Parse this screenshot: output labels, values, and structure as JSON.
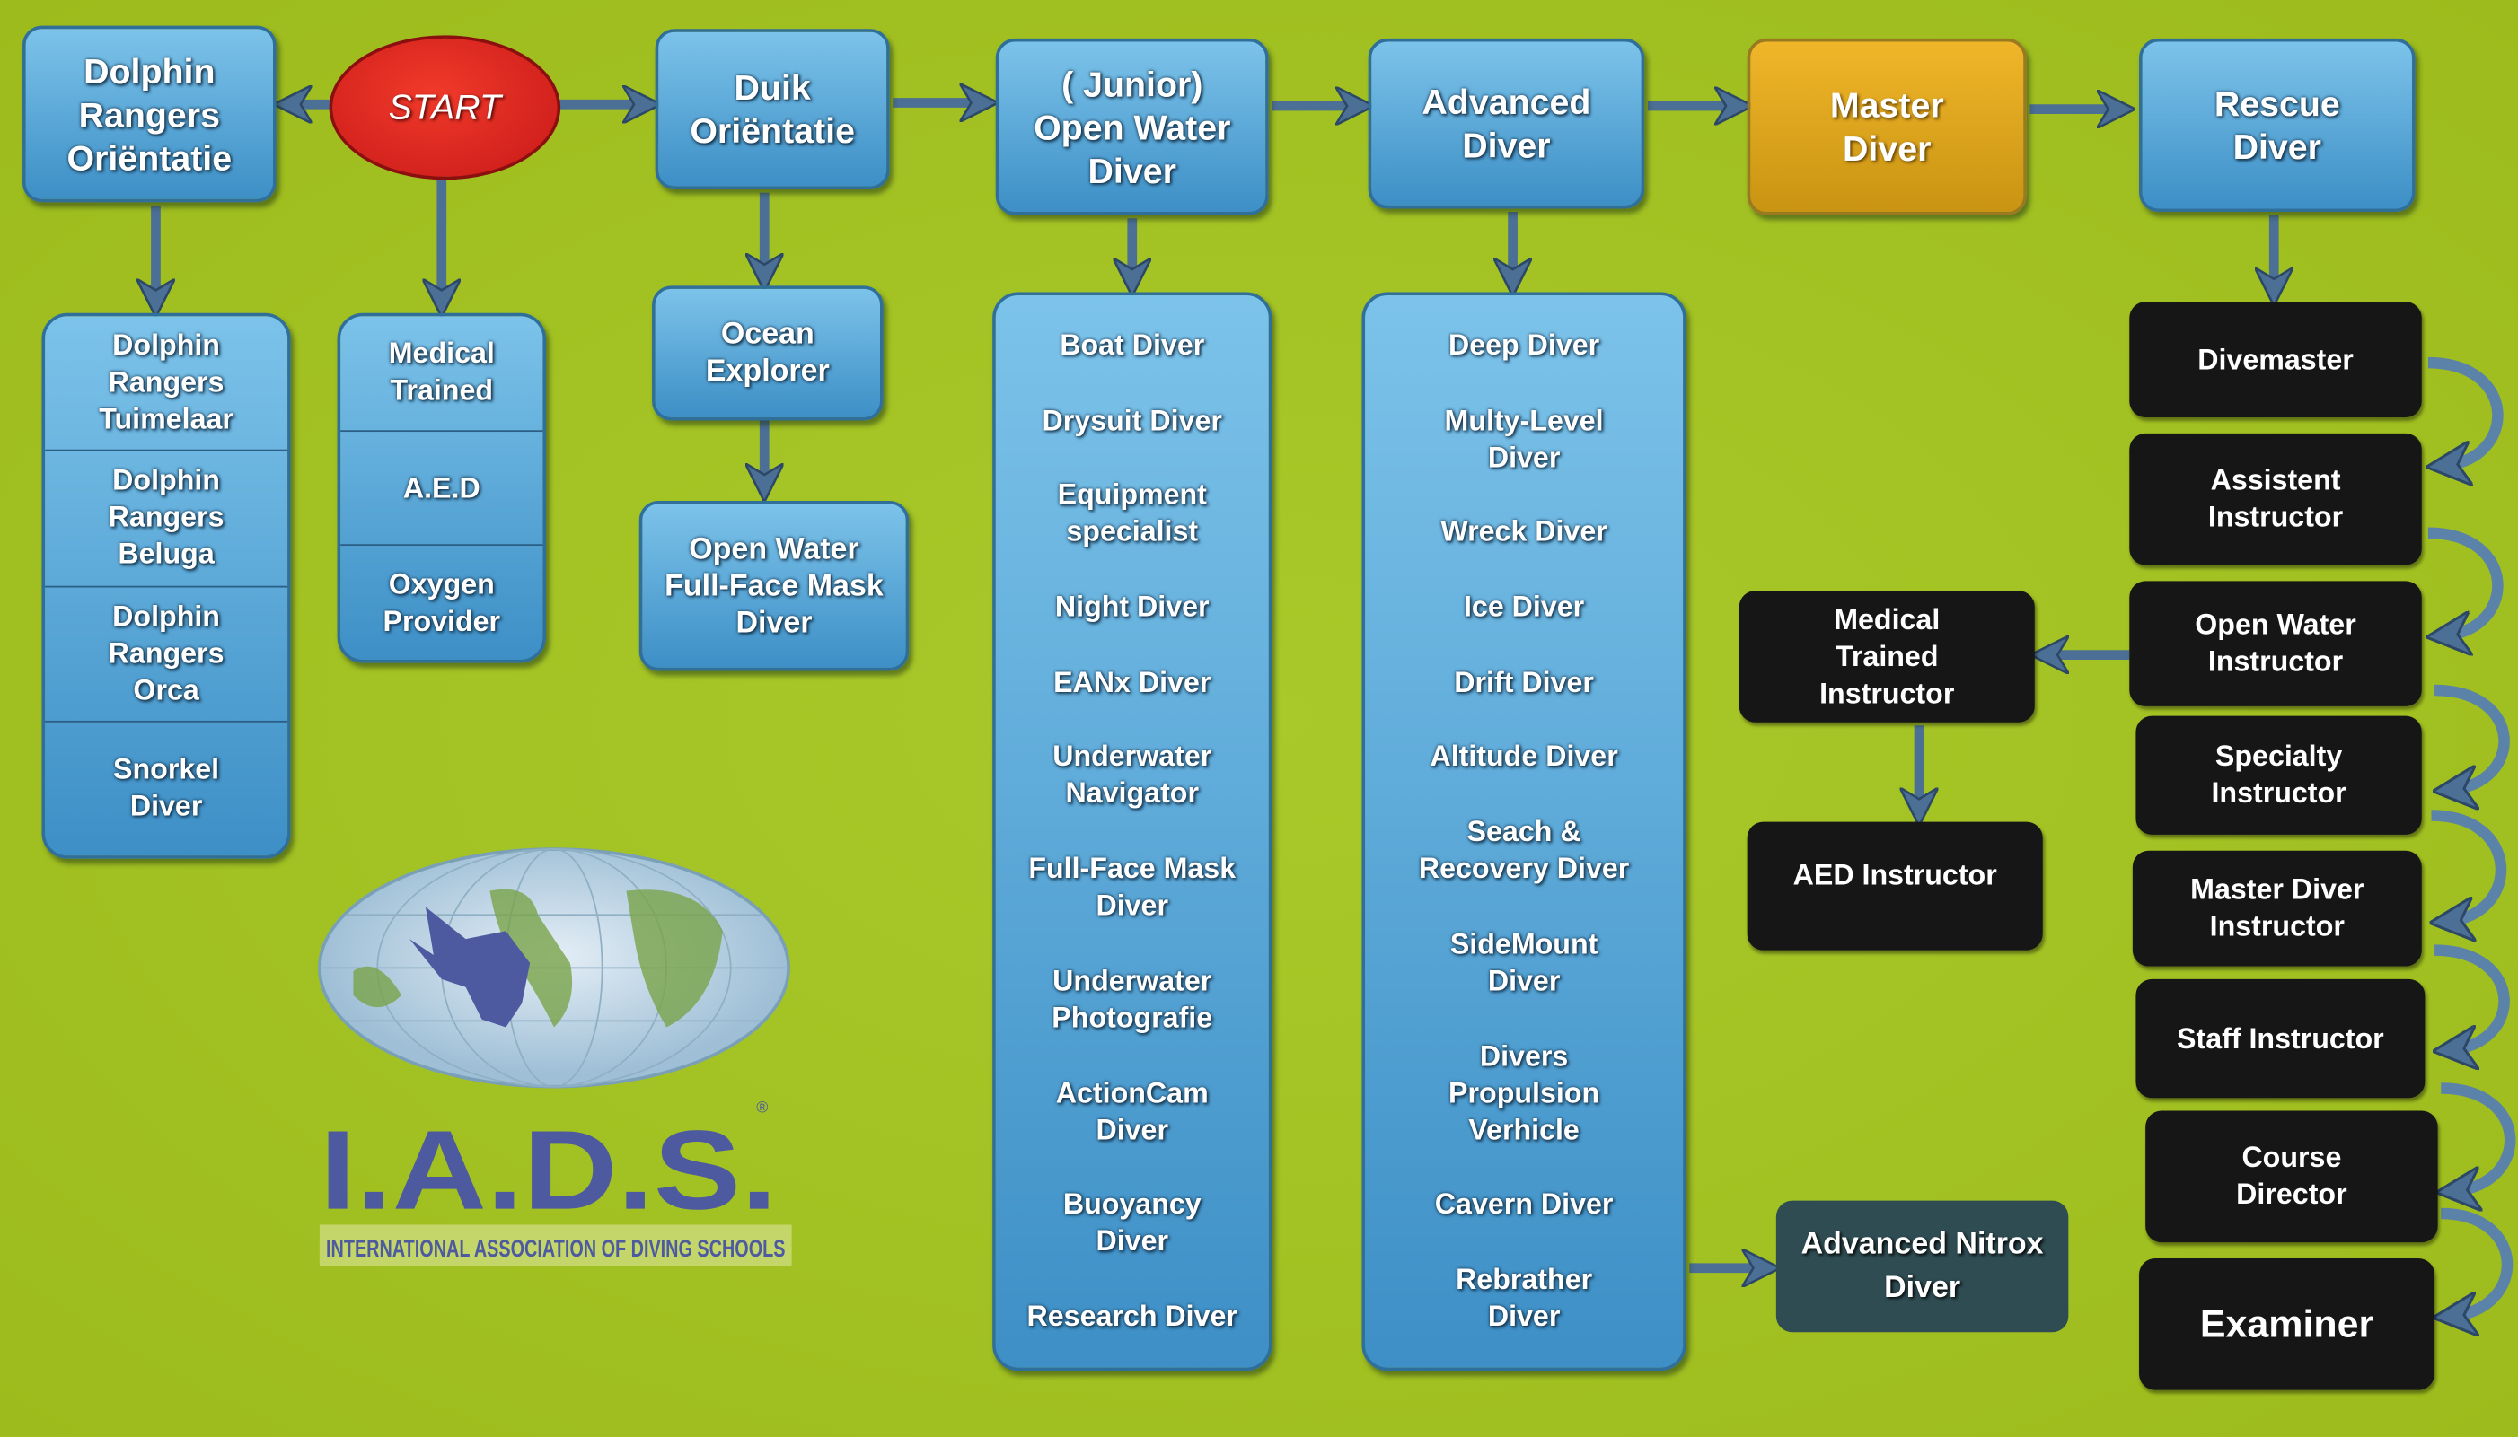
{
  "start": "START",
  "top_row": {
    "dolphin": [
      "Dolphin",
      "Rangers",
      "Oriëntatie"
    ],
    "duik": [
      "Duik",
      "Oriëntatie"
    ],
    "junior_ow": [
      "( Junior)",
      "Open Water",
      "Diver"
    ],
    "advanced": [
      "Advanced",
      "Diver"
    ],
    "master": [
      "Master",
      "Diver"
    ],
    "rescue": [
      "Rescue",
      "Diver"
    ]
  },
  "dolphin_list": [
    [
      "Dolphin",
      "Rangers",
      "Tuimelaar"
    ],
    [
      "Dolphin",
      "Rangers",
      "Beluga"
    ],
    [
      "Dolphin",
      "Rangers",
      "Orca"
    ],
    [
      "Snorkel",
      "Diver"
    ]
  ],
  "medical_list": [
    [
      "Medical",
      "Trained"
    ],
    [
      "A.E.D"
    ],
    [
      "Oxygen",
      "Provider"
    ]
  ],
  "ocean_explorer": [
    "Ocean",
    "Explorer"
  ],
  "full_face": [
    "Open Water",
    "Full-Face Mask",
    "Diver"
  ],
  "junior_list": [
    [
      "Boat Diver"
    ],
    [
      "Drysuit Diver"
    ],
    [
      "Equipment",
      "specialist"
    ],
    [
      "Night Diver"
    ],
    [
      "EANx Diver"
    ],
    [
      "Underwater",
      "Navigator"
    ],
    [
      "Full-Face Mask",
      "Diver"
    ],
    [
      "Underwater",
      "Photografie"
    ],
    [
      "ActionCam",
      "Diver"
    ],
    [
      "Buoyancy",
      "Diver"
    ],
    [
      "Research Diver"
    ]
  ],
  "advanced_list": [
    [
      "Deep Diver"
    ],
    [
      "Multy-Level",
      "Diver"
    ],
    [
      "Wreck Diver"
    ],
    [
      "Ice Diver"
    ],
    [
      "Drift Diver"
    ],
    [
      "Altitude Diver"
    ],
    [
      "Seach &",
      "Recovery Diver"
    ],
    [
      "SideMount",
      "Diver"
    ],
    [
      "Divers",
      "Propulsion",
      "Verhicle"
    ],
    [
      "Cavern Diver"
    ],
    [
      "Rebrather",
      "Diver"
    ]
  ],
  "nitrox": [
    "Advanced Nitrox",
    "Diver"
  ],
  "professional": [
    [
      "Divemaster"
    ],
    [
      "Assistent",
      "Instructor"
    ],
    [
      "Open Water",
      "Instructor"
    ],
    [
      "Specialty",
      "Instructor"
    ],
    [
      "Master Diver",
      "Instructor"
    ],
    [
      "Staff Instructor"
    ],
    [
      "Course",
      "Director"
    ],
    [
      "Examiner"
    ]
  ],
  "medical_instructor": [
    "Medical",
    "Trained",
    "Instructor"
  ],
  "aed_instructor": [
    "AED Instructor"
  ],
  "logo": {
    "acronym": "I.A.D.S.",
    "registered": "®",
    "name": "INTERNATIONAL ASSOCIATION OF DIVING SCHOOLS"
  },
  "colors": {
    "background": "#a3c21f",
    "arrow": "#4b6f95",
    "box_blue": "#5aa8d8",
    "gold": "#e3a820",
    "black": "#161616",
    "start_red": "#e02a20",
    "nitrox": "#2e4c52"
  }
}
